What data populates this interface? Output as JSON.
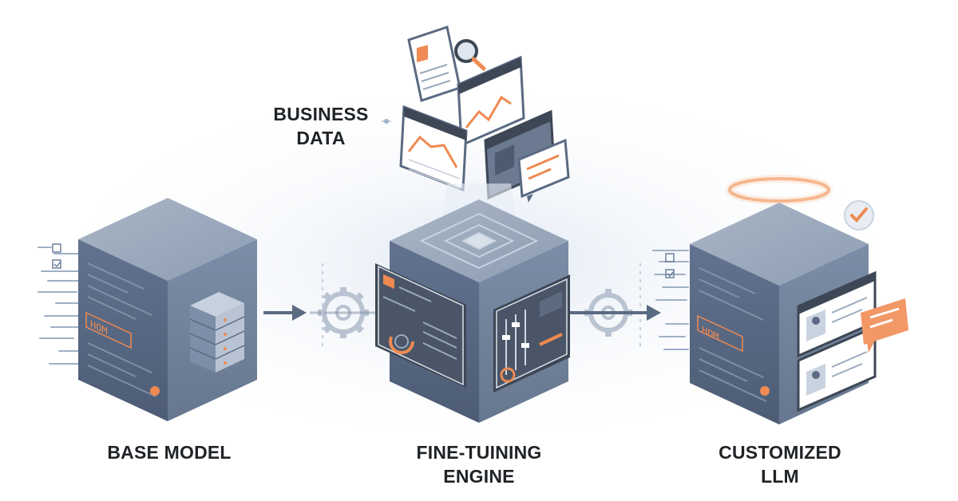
{
  "labels": {
    "business_data": [
      "BUSINESS",
      "DATA"
    ],
    "base_model": [
      "BASE MODEL"
    ],
    "fine_tuning_engine": [
      "FINE-TUINING",
      "ENGINE"
    ],
    "customized_llm": [
      "CUSTOMIZED",
      "LLM"
    ]
  },
  "cube_glyph": "HOM",
  "colors": {
    "cube_top": "#9aa9bd",
    "cube_left": "#56667e",
    "cube_right": "#6f809a",
    "accent": "#ee8a52",
    "arrow": "#5a6a82",
    "panel_dark": "#3d4755"
  },
  "icons": [
    "server-rack-icon",
    "gear-icon",
    "document-icon",
    "magnifier-icon",
    "line-chart-icon",
    "chat-bubble-icon",
    "check-badge-icon",
    "user-card-icon",
    "slider-icon",
    "halo-icon"
  ]
}
